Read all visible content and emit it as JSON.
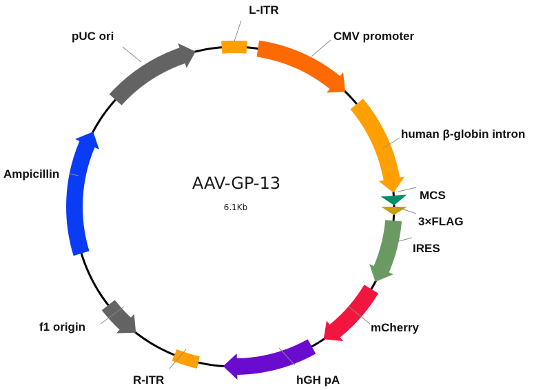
{
  "plasmid": {
    "name": "AAV-GP-13",
    "size": "6.1Kb"
  },
  "features": [
    {
      "id": "litr",
      "label": "L-ITR",
      "color": "#FF9F00",
      "shape": "box"
    },
    {
      "id": "cmv",
      "label": "CMV promoter",
      "color": "#FF6A00",
      "shape": "arrow-cw"
    },
    {
      "id": "intron",
      "label": "human β-globin intron",
      "color": "#FF9F00",
      "shape": "arrow-cw"
    },
    {
      "id": "mcs",
      "label": "MCS",
      "color": "#008E6B",
      "shape": "arrow-cw"
    },
    {
      "id": "flag",
      "label": "3×FLAG",
      "color": "#C9A00A",
      "shape": "arrow-cw"
    },
    {
      "id": "ires",
      "label": "IRES",
      "color": "#6A9A62",
      "shape": "arrow-cw"
    },
    {
      "id": "mcherry",
      "label": "mCherry",
      "color": "#F2163E",
      "shape": "arrow-cw"
    },
    {
      "id": "hgh",
      "label": "hGH pA",
      "color": "#6A0CCE",
      "shape": "arrow-cw"
    },
    {
      "id": "ritr",
      "label": "R-ITR",
      "color": "#FF9F00",
      "shape": "box"
    },
    {
      "id": "f1",
      "label": "f1 origin",
      "color": "#636363",
      "shape": "arrow-ccw"
    },
    {
      "id": "ampicillin",
      "label": "Ampicillin",
      "color": "#0A3BF5",
      "shape": "arrow-cw"
    },
    {
      "id": "puc",
      "label": "pUC ori",
      "color": "#636363",
      "shape": "arrow-cw"
    }
  ]
}
